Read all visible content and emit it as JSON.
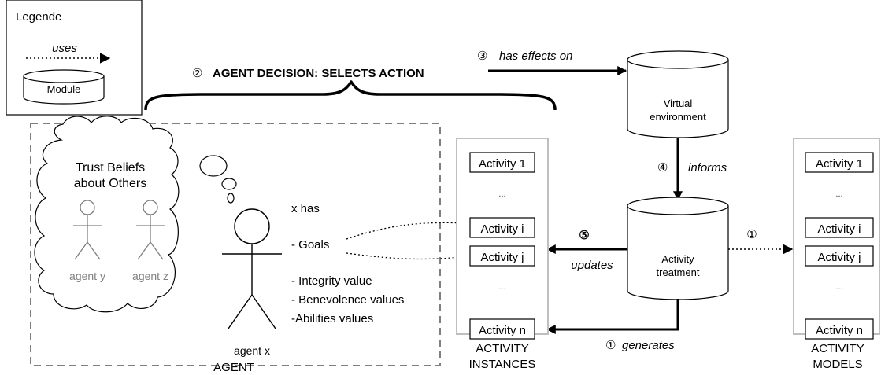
{
  "legend": {
    "title": "Legende",
    "uses_label": "uses",
    "module_label": "Module"
  },
  "steps": {
    "decision_marker": "②",
    "decision_label": "AGENT DECISION: SELECTS ACTION",
    "effects_marker": "③",
    "effects_label": "has effects on",
    "informs_marker": "④",
    "informs_label": "informs",
    "updates_marker": "⑤",
    "updates_label": "updates",
    "generates_marker": "①",
    "generates_label": "generates",
    "models_marker": "①"
  },
  "modules": {
    "virtual_environment": [
      "Virtual",
      "environment"
    ],
    "activity_treatment": [
      "Activity",
      "treatment"
    ]
  },
  "agent_section": {
    "caption": "AGENT",
    "cloud_title": [
      "Trust Beliefs",
      "about Others"
    ],
    "agent_y": "agent y",
    "agent_z": "agent z",
    "agent_x": "agent x",
    "x_has": "x has",
    "goals": "- Goals",
    "integrity": "- Integrity value",
    "benevolence": "- Benevolence values",
    "abilities": "-Abilities values"
  },
  "instances": {
    "caption": [
      "ACTIVITY",
      "INSTANCES"
    ],
    "items": [
      "Activity 1",
      "...",
      "Activity i",
      "Activity j",
      "...",
      "Activity n"
    ]
  },
  "models": {
    "caption": [
      "ACTIVITY",
      "MODELS"
    ],
    "items": [
      "Activity 1",
      "...",
      "Activity i",
      "Activity j",
      "...",
      "Activity n"
    ]
  }
}
